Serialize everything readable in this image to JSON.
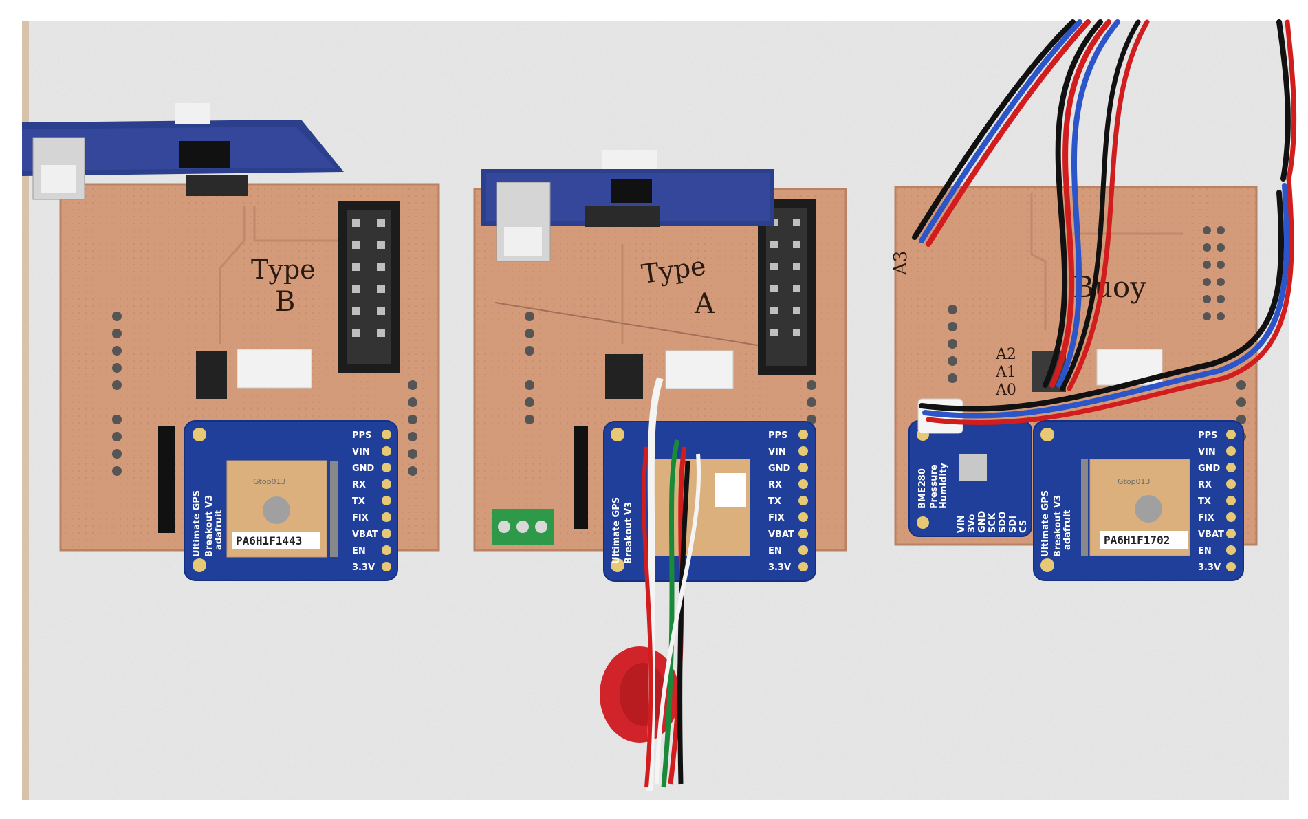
{
  "photo": {
    "colors": {
      "foam": "#e2e2e2",
      "pcb_copper": "#d29a78",
      "breakout_blue": "#1f3f9a",
      "wire_red": "#d11d1d",
      "wire_blue": "#2b55c8",
      "wire_black": "#111111"
    },
    "boards": {
      "left": {
        "handwritten_line1": "Type",
        "handwritten_line2": "B",
        "gps_module": {
          "title_line1": "Ultimate GPS",
          "title_line2": "Breakout V3",
          "brand": "adafruit",
          "chip_label": "Gtop013",
          "sticker": "PA6H1F1443",
          "pins": [
            "PPS",
            "VIN",
            "GND",
            "RX",
            "TX",
            "FIX",
            "VBAT",
            "EN",
            "3.3V"
          ]
        }
      },
      "middle": {
        "handwritten_line1": "Type",
        "handwritten_line2": "A",
        "gps_module": {
          "title_line1": "Ultimate GPS",
          "title_line2": "Breakout V3",
          "pins": [
            "PPS",
            "VIN",
            "GND",
            "RX",
            "TX",
            "FIX",
            "VBAT",
            "EN",
            "3.3V"
          ]
        }
      },
      "right": {
        "handwritten_label": "Buoy",
        "pin_marks": [
          "A3",
          "A2",
          "A1",
          "A0"
        ],
        "sensor_module": {
          "name": "BME280",
          "line2": "Pressure",
          "line3": "Humidity",
          "pins": [
            "VIN",
            "3Vo",
            "GND",
            "SCK",
            "SDO",
            "SDI",
            "CS"
          ]
        },
        "gps_module": {
          "title_line1": "Ultimate GPS",
          "title_line2": "Breakout V3",
          "brand": "adafruit",
          "chip_label": "Gtop013",
          "sticker": "PA6H1F1702",
          "pins": [
            "PPS",
            "VIN",
            "GND",
            "RX",
            "TX",
            "FIX",
            "VBAT",
            "EN",
            "3.3V"
          ]
        }
      }
    }
  }
}
